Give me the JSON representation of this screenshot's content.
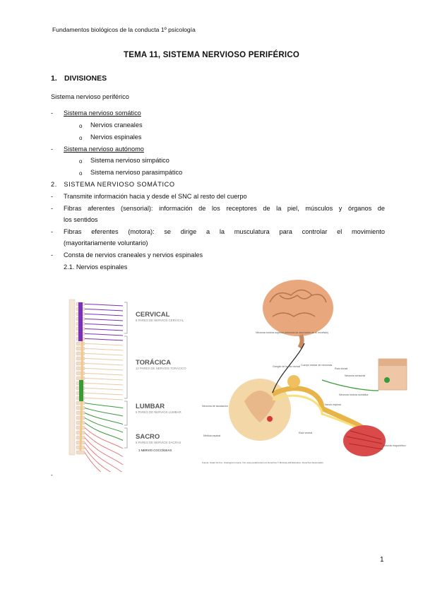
{
  "header": "Fundamentos biológicos de la conducta 1º psicología",
  "title": "TEMA 11, SISTEMA NERVIOSO PERIFÉRICO",
  "section1": {
    "number": "1.",
    "title": "DIVISIONES"
  },
  "intro": "Sistema nervioso periférico",
  "divisions": [
    {
      "label": "Sistema nervioso somático",
      "items": [
        "Nervios craneales",
        "Nervios espinales"
      ]
    },
    {
      "label": "Sistema nervioso autónomo",
      "items": [
        "Sistema nervioso simpático",
        "Sistema nervioso parasimpático"
      ]
    }
  ],
  "section2": {
    "number": "2.",
    "title": "SISTEMA NERVIOSO SOMÁTICO"
  },
  "somatic_points": [
    "Transmite información hacia y desde el SNC al resto del cuerpo",
    "Fibras aferentes (sensorial): información de los receptores de la piel, músculos y órganos de",
    "los sentidos",
    "Fibras eferentes (motora): se dirige a la musculatura para controlar el movimiento",
    "(mayoritariamente voluntario)",
    "Consta de nervios craneales y nervios espinales"
  ],
  "subsection": "2.1. Nervios espinales",
  "figure": {
    "regions": [
      {
        "name": "CERVICAL",
        "desc": "8 PARES DE NERVIOS CERVICAL"
      },
      {
        "name": "TORÁCICA",
        "desc": "12 PARES DE NERVIOS TORÁCICO"
      },
      {
        "name": "LUMBAR",
        "desc": "5 PARES DE NERVIOS LUMBAR"
      },
      {
        "name": "SACRO",
        "desc": "5 PARES DE NERVIOS SACRAS"
      }
    ],
    "coccygeal": "1 NERVIO COCCÍGEAS",
    "labels": {
      "upper_motor": "Neurona motora superior (neurona de asociación en el encéfalo)",
      "dorsal_ganglion": "Ganglio de la raíz dorsal",
      "cell_body": "Cuerpo celular de neuronas",
      "dorsal_root": "Raíz dorsal",
      "sensory_neuron": "Neurona sensorial",
      "somatic_motor": "Neurona motora somática",
      "spinal_nerve": "Nervio espinal",
      "assoc_neuron": "Neurona de asociación",
      "spinal_cord": "Médula espinal",
      "ventral_root": "Raíz ventral",
      "skeletal_muscle": "Músculo esquelético",
      "source": "Fuente: Stuart Ira Fox. Fisiología humana. Vía: www.paradoxical.com Derechos © McGraw-Hill Education. Derechos Reservados."
    }
  },
  "trailing_dash": "-",
  "page_number": "1",
  "colors": {
    "cervical": "#7b2fbe",
    "thoracic": "#e8c9a8",
    "lumbar": "#3a9a3a",
    "sacral": "#e77a7a",
    "cord": "#f0c98a",
    "brain": "#e8a77c"
  }
}
